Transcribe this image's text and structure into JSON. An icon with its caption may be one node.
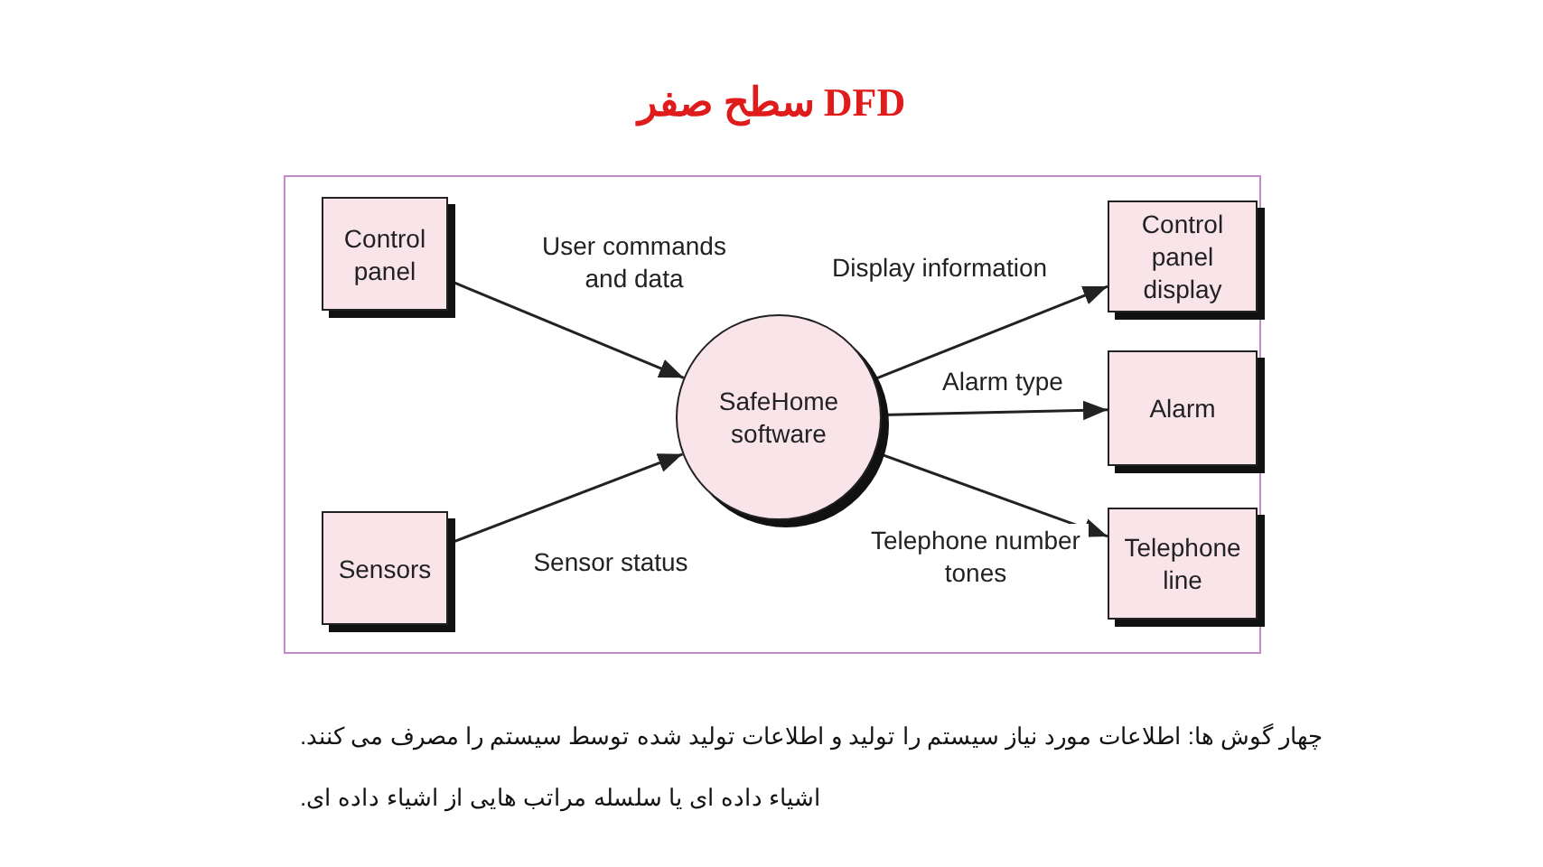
{
  "diagram": {
    "title": "DFD سطح صفر",
    "nodes": [
      {
        "text": [
          "Control panel"
        ]
      },
      {
        "text": [
          "Sensors"
        ]
      },
      {
        "text": [
          "SafeHome software"
        ]
      },
      {
        "text": [
          "Control panel display"
        ]
      },
      {
        "text": [
          "Alarm"
        ]
      },
      {
        "text": [
          "Telephone line"
        ]
      }
    ],
    "edges": [
      {
        "from": 0,
        "to": 2,
        "arrow": "to",
        "label": "User commands and data"
      },
      {
        "from": 1,
        "to": 2,
        "arrow": "to",
        "label": "Sensor status"
      },
      {
        "from": 2,
        "to": 3,
        "arrow": "to",
        "label": "Display information"
      },
      {
        "from": 2,
        "to": 4,
        "arrow": "to",
        "label": "Alarm type"
      },
      {
        "from": 2,
        "to": 5,
        "arrow": "to",
        "label": "Telephone number tones"
      }
    ],
    "labels": [
      "چهار گوش ها:  اطلاعات مورد نیاز سیستم را تولید و اطلاعات تولید شده توسط سیستم را مصرف می کنند.",
      "اشیاء داده ای یا سلسله مراتب هایی از اشیاء داده ای."
    ]
  }
}
